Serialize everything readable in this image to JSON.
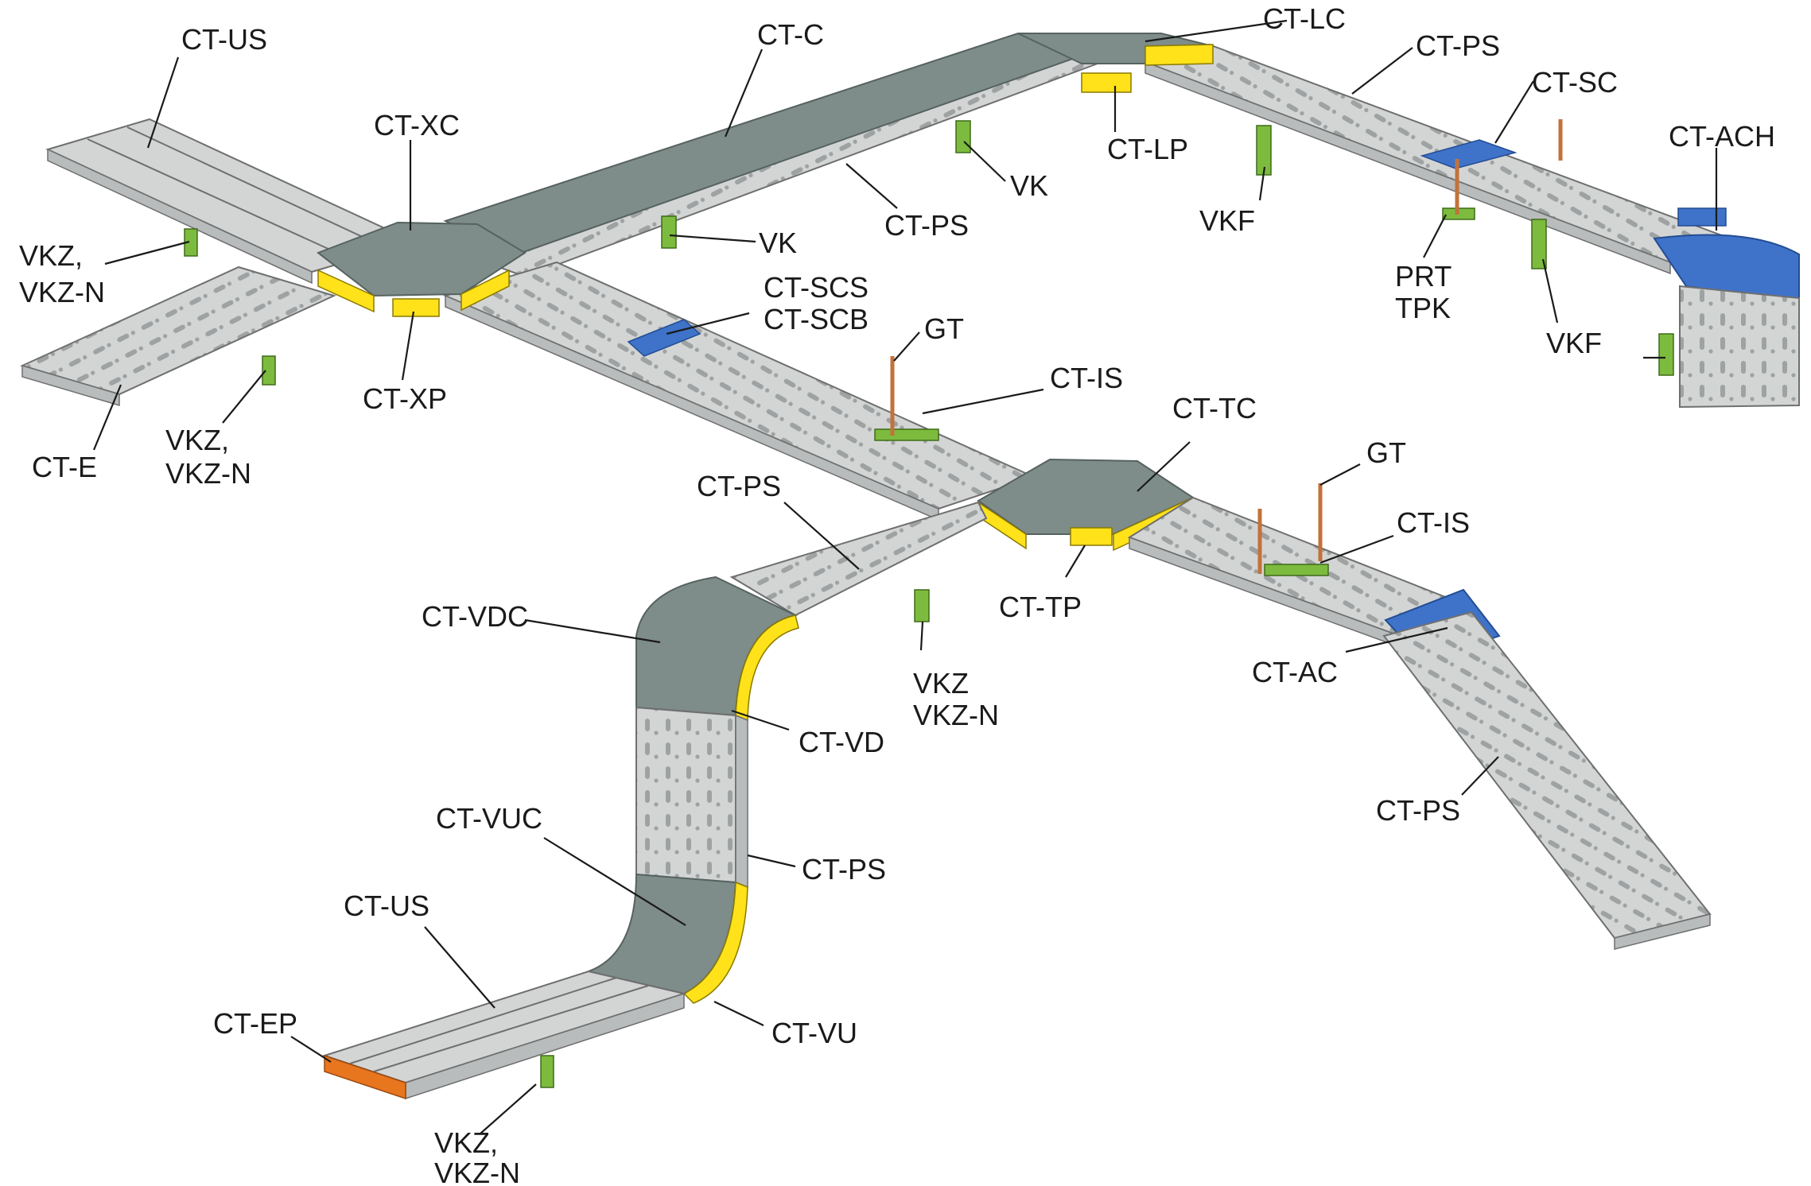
{
  "colors": {
    "tray_metal": "#d3d5d5",
    "tray_shadow": "#b9bcbc",
    "cover_slate": "#7e8c8a",
    "connector_yellow": "#ffe21a",
    "bracket_green": "#7dbb3e",
    "splice_blue": "#3f73c9",
    "end_cap_orange": "#e8761f",
    "threaded_rod_copper": "#c2723a",
    "label_text": "#1a1a1a"
  },
  "labels": {
    "ct_us_top": "CT-US",
    "ct_c": "CT-C",
    "ct_lc": "CT-LC",
    "ct_ps_top_right": "CT-PS",
    "ct_sc": "CT-SC",
    "ct_ach": "CT-ACH",
    "ct_xc": "CT-XC",
    "ct_lp": "CT-LP",
    "vk_upper": "VK",
    "vk_lower": "VK",
    "ct_ps_upper_mid": "CT-PS",
    "vkf_mid": "VKF",
    "prt": "PRT",
    "tpk": "TPK",
    "vkf_right": "VKF",
    "vkz_left_line1": "VKZ,",
    "vkz_left_line2": "VKZ-N",
    "ct_scs": "CT-SCS",
    "ct_scb": "CT-SCB",
    "gt_upper": "GT",
    "ct_is_upper": "CT-IS",
    "ct_xp": "CT-XP",
    "ct_e": "CT-E",
    "vkz_mid_line1": "VKZ,",
    "vkz_mid_line2": "VKZ-N",
    "ct_tc": "CT-TC",
    "gt_lower": "GT",
    "ct_is_lower": "CT-IS",
    "ct_ps_mid": "CT-PS",
    "ct_tp": "CT-TP",
    "ct_vdc": "CT-VDC",
    "ct_vd": "CT-VD",
    "vkz_center_line1": "VKZ",
    "vkz_center_line2": "VKZ-N",
    "ct_ac": "CT-AC",
    "ct_ps_right_down": "CT-PS",
    "ct_vuc": "CT-VUC",
    "ct_ps_vertical": "CT-PS",
    "ct_us_bottom": "CT-US",
    "ct_ep": "CT-EP",
    "ct_vu": "CT-VU",
    "vkz_bottom_line1": "VKZ,",
    "vkz_bottom_line2": "VKZ-N"
  }
}
